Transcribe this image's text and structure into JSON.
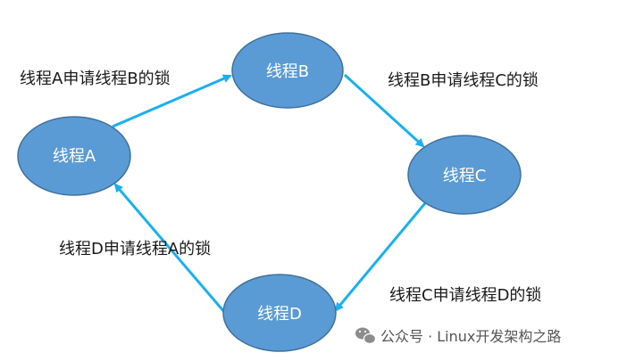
{
  "diagram": {
    "nodes": {
      "a": {
        "label": "线程A"
      },
      "b": {
        "label": "线程B"
      },
      "c": {
        "label": "线程C"
      },
      "d": {
        "label": "线程D"
      }
    },
    "edges": {
      "a_to_b": {
        "label": "线程A申请线程B的锁"
      },
      "b_to_c": {
        "label": "线程B申请线程C的锁"
      },
      "c_to_d": {
        "label": "线程C申请线程D的锁"
      },
      "d_to_a": {
        "label": "线程D申请线程A的锁"
      }
    }
  },
  "watermark": {
    "text": "公众号 · Linux开发架构之路",
    "icon": "wechat-icon"
  },
  "colors": {
    "node_fill": "#5b9bd5",
    "node_stroke": "#41719c",
    "arrow": "#1ab0f0"
  }
}
